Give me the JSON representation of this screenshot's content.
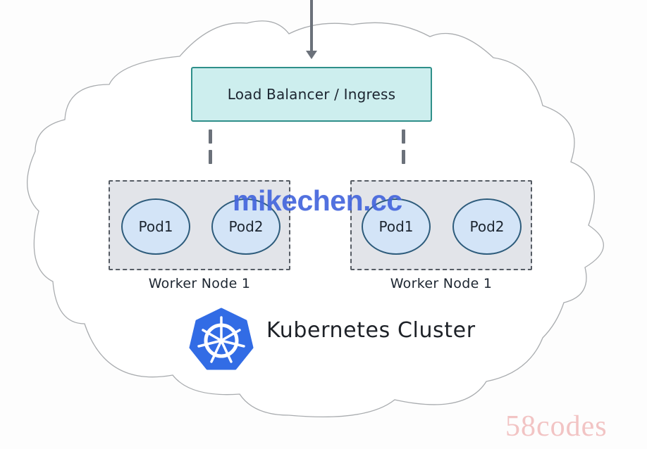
{
  "diagram": {
    "title": "Kubernetes Cluster",
    "entry": {
      "label": "Load Balancer / Ingress",
      "color": "#cdeeee",
      "border_color": "#2f8f8a"
    },
    "worker_nodes": [
      {
        "label": "Worker Node 1",
        "pods": [
          "Pod1",
          "Pod2"
        ]
      },
      {
        "label": "Worker Node 1",
        "pods": [
          "Pod1",
          "Pod2"
        ]
      }
    ],
    "logo": {
      "icon": "kubernetes-helm-wheel-icon",
      "color": "#326ce5"
    },
    "connectors": {
      "incoming": "solid-arrow-down",
      "to_nodes": "dashed-lines"
    },
    "colors": {
      "pod_fill": "#d3e4f7",
      "pod_border": "#2e5c7c",
      "node_fill": "#e2e4e9",
      "cloud_outline": "#a9acaf"
    }
  },
  "watermarks": {
    "center": "mikechen.cc",
    "corner": "58codes"
  }
}
